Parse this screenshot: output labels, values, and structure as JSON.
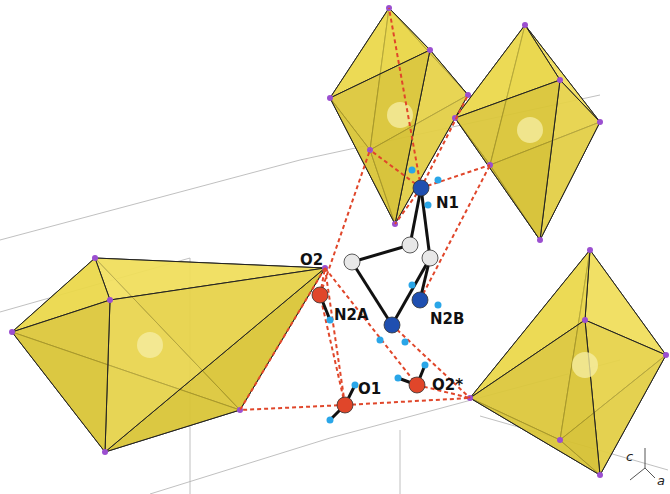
{
  "diagram": {
    "labels": [
      "N1",
      "O2",
      "N2A",
      "N2B",
      "O1",
      "O2*",
      "c",
      "a"
    ]
  }
}
